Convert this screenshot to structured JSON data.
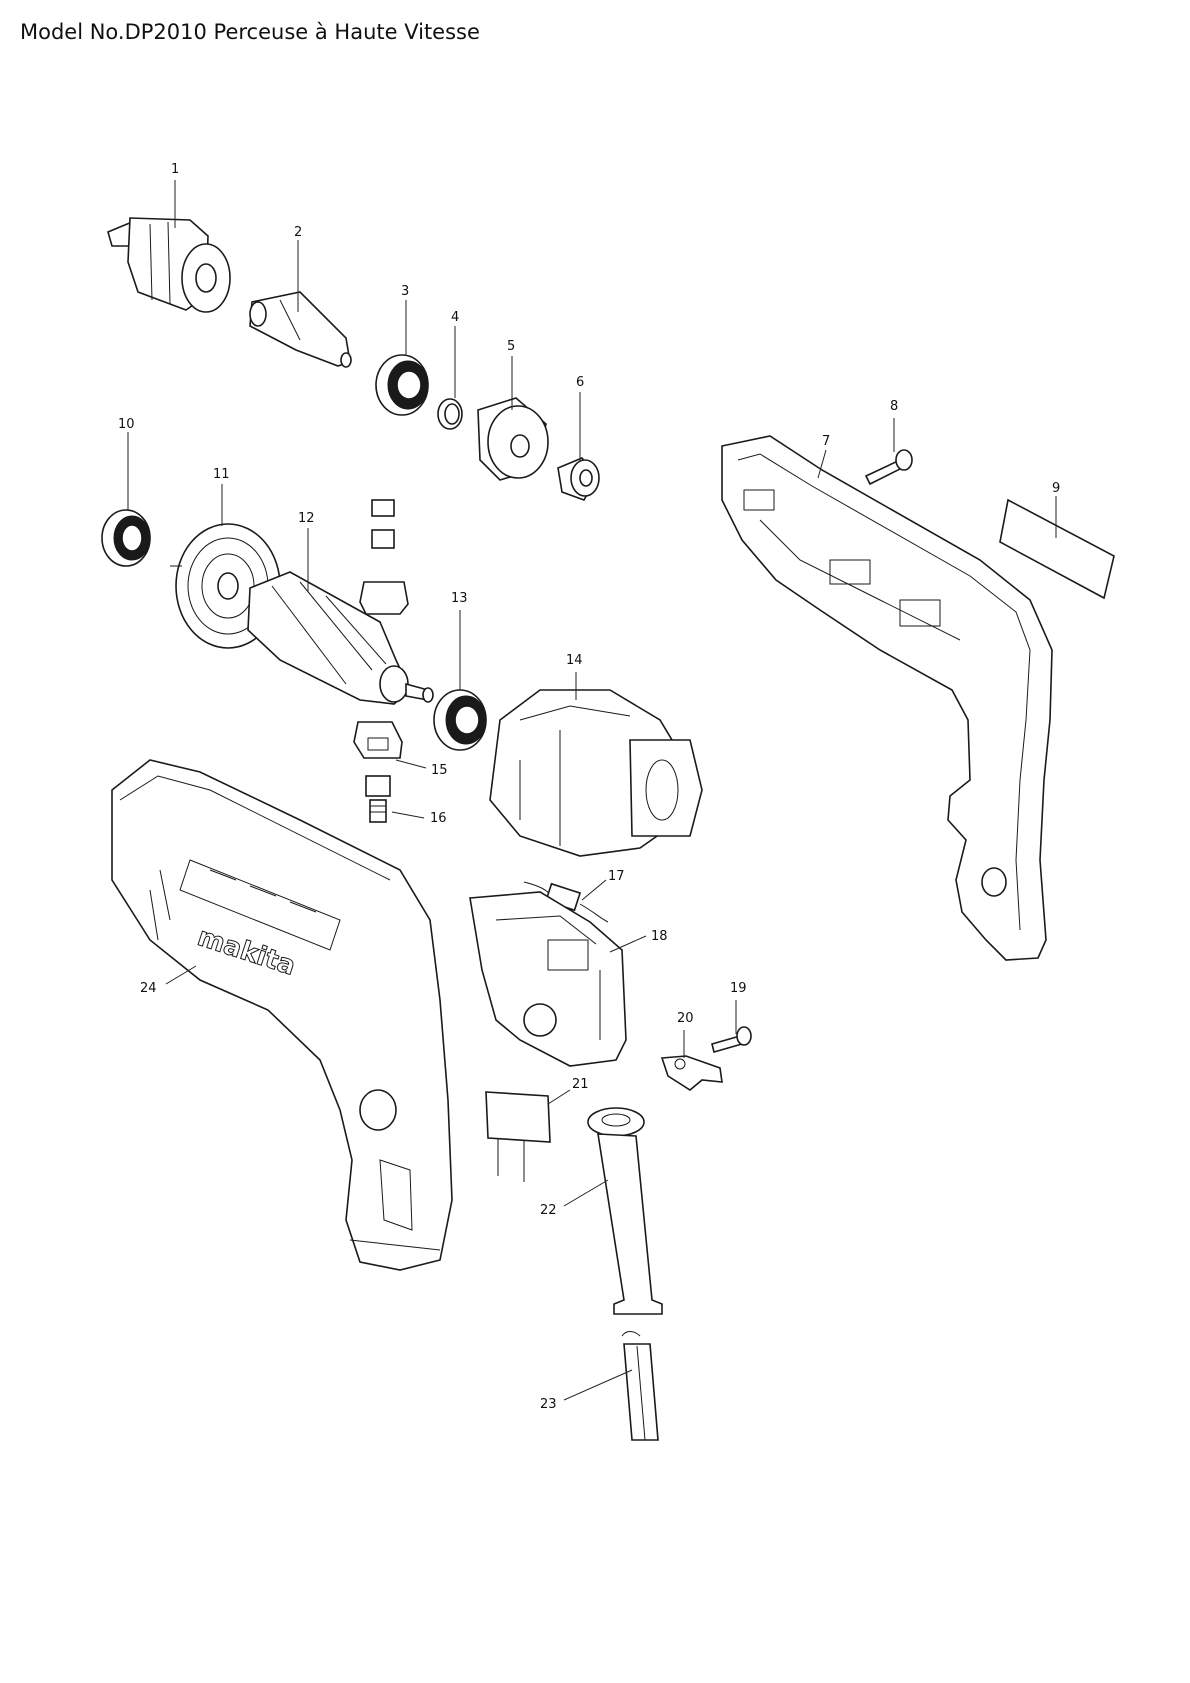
{
  "title": "Model No.DP2010 Perceuse à Haute Vitesse",
  "brand_logo_text": "makita",
  "callouts": [
    {
      "num": "1"
    },
    {
      "num": "2"
    },
    {
      "num": "3"
    },
    {
      "num": "4"
    },
    {
      "num": "5"
    },
    {
      "num": "6"
    },
    {
      "num": "7"
    },
    {
      "num": "8"
    },
    {
      "num": "9"
    },
    {
      "num": "10"
    },
    {
      "num": "11"
    },
    {
      "num": "12"
    },
    {
      "num": "13"
    },
    {
      "num": "14"
    },
    {
      "num": "15"
    },
    {
      "num": "16"
    },
    {
      "num": "17"
    },
    {
      "num": "18"
    },
    {
      "num": "19"
    },
    {
      "num": "20"
    },
    {
      "num": "21"
    },
    {
      "num": "22"
    },
    {
      "num": "23"
    },
    {
      "num": "24"
    }
  ]
}
